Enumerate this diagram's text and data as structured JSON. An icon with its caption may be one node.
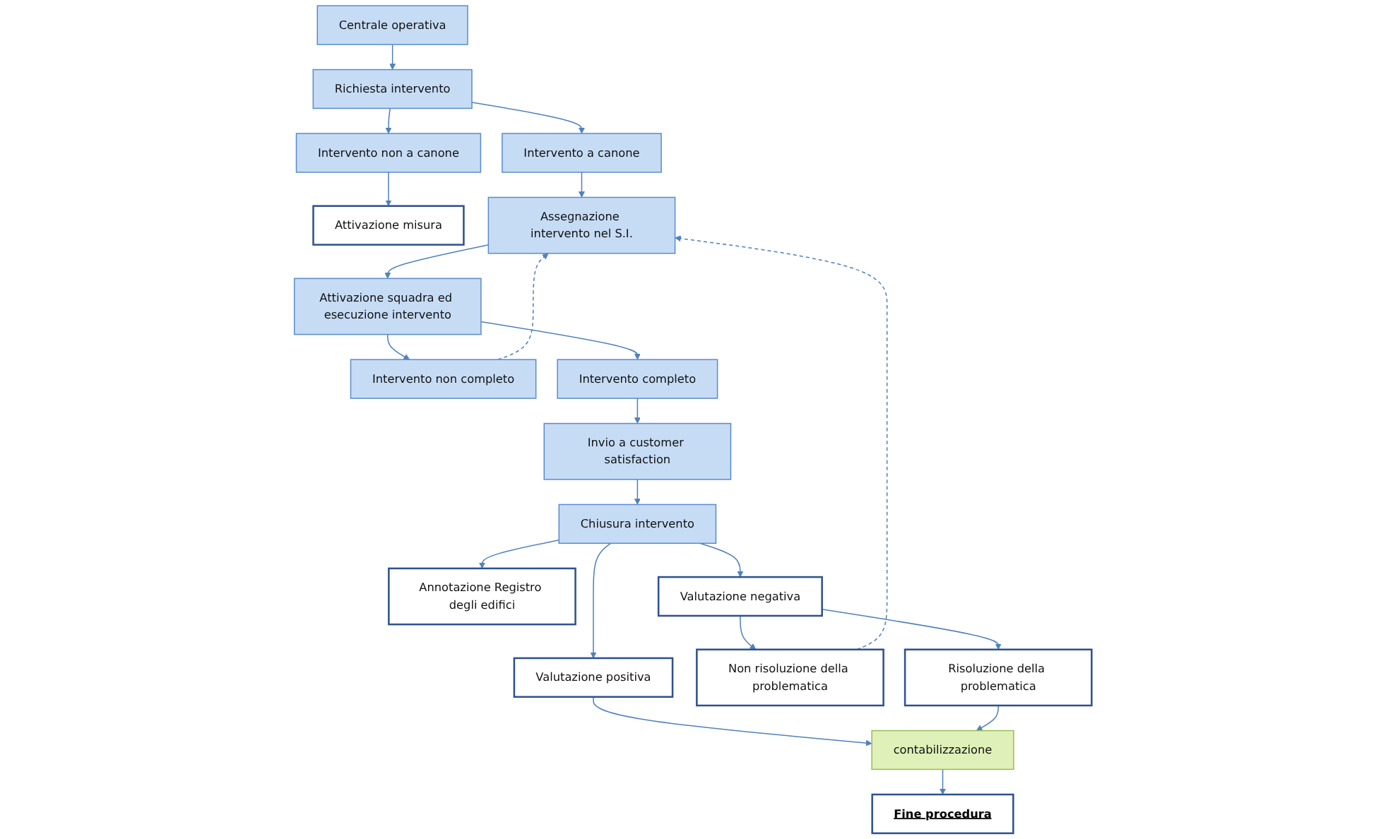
{
  "diagram": {
    "nodes": [
      {
        "text": [
          "Centrale operativa"
        ]
      },
      {
        "text": [
          "Richiesta intervento"
        ]
      },
      {
        "text": [
          "Intervento a canone"
        ]
      },
      {
        "text": [
          "Intervento non a canone"
        ]
      },
      {
        "text": [
          "Attivazione misura"
        ]
      },
      {
        "text": [
          "Assegnazione intervento nel S.I."
        ]
      },
      {
        "text": [
          "Attivazione squadra ed esecuzione intervento"
        ]
      },
      {
        "text": [
          "Intervento non completo"
        ]
      },
      {
        "text": [
          "Intervento completo"
        ]
      },
      {
        "text": [
          "Invio a customer satisfaction"
        ]
      },
      {
        "text": [
          "Annotazione Registro degli edifici"
        ]
      },
      {
        "text": [
          "Chiusura intervento"
        ]
      },
      {
        "text": [
          "Valutazione positiva"
        ]
      },
      {
        "text": [
          "Valutazione negativa"
        ]
      },
      {
        "text": [
          "Non risoluzione della problematica"
        ]
      },
      {
        "text": [
          "Fine procedura"
        ]
      },
      {
        "text": [
          "contabilizzazione"
        ]
      },
      {
        "text": [
          "Risoluzione della problematica"
        ]
      }
    ],
    "edges": [
      {
        "from": 0,
        "to": 1,
        "arrow": "to"
      },
      {
        "from": 1,
        "to": 2,
        "arrow": "to"
      },
      {
        "from": 1,
        "to": 3,
        "arrow": "to"
      },
      {
        "from": 3,
        "to": 4,
        "arrow": "to"
      },
      {
        "from": 2,
        "to": 5,
        "arrow": "to"
      },
      {
        "from": 5,
        "to": 6,
        "arrow": "to"
      },
      {
        "from": 6,
        "to": 7,
        "arrow": "to"
      },
      {
        "from": 6,
        "to": 8,
        "arrow": "to"
      },
      {
        "from": 7,
        "to": 5,
        "arrow": "to",
        "style": "dashed"
      },
      {
        "from": 8,
        "to": 9,
        "arrow": "to"
      },
      {
        "from": 9,
        "to": 11,
        "arrow": "to"
      },
      {
        "from": 11,
        "to": 10,
        "arrow": "to"
      },
      {
        "from": 11,
        "to": 12,
        "arrow": "to"
      },
      {
        "from": 11,
        "to": 13,
        "arrow": "to"
      },
      {
        "from": 13,
        "to": 14,
        "arrow": "to"
      },
      {
        "from": 14,
        "to": 5,
        "arrow": "to",
        "style": "dashed"
      },
      {
        "from": 12,
        "to": 16,
        "arrow": "to"
      },
      {
        "from": 13,
        "to": 17,
        "arrow": "to"
      },
      {
        "from": 17,
        "to": 16,
        "arrow": "to"
      },
      {
        "from": 16,
        "to": 15,
        "arrow": "to"
      }
    ]
  }
}
